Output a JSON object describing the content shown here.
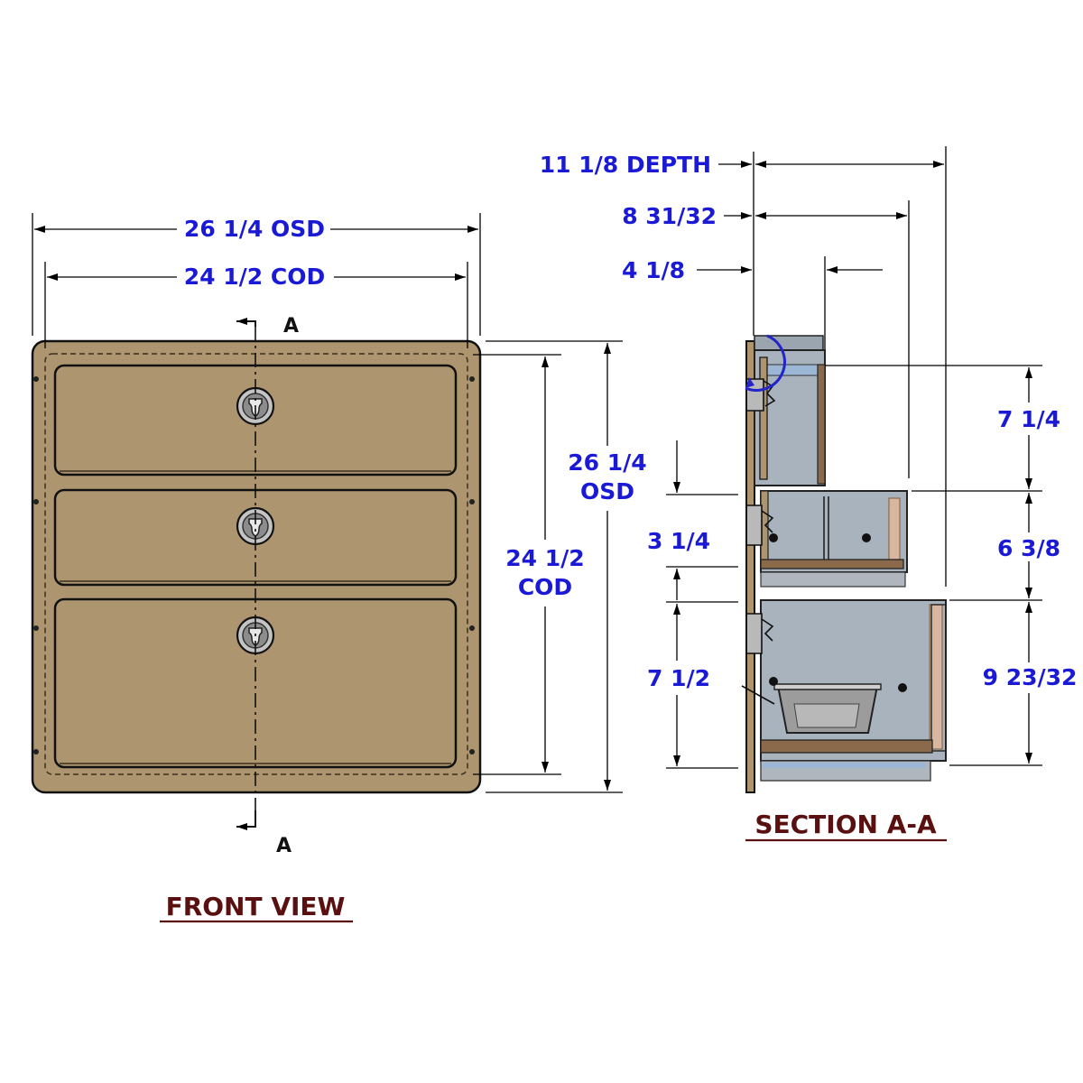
{
  "views": {
    "front_label": "FRONT VIEW",
    "section_label": "SECTION A-A",
    "section_marker": "A"
  },
  "front_dims": {
    "osd_width": "26 1/4 OSD",
    "cod_width": "24 1/2 COD",
    "osd_height_value": "26 1/4",
    "osd_height_unit": "OSD",
    "cod_height_value": "24 1/2",
    "cod_height_unit": "COD"
  },
  "section_dims": {
    "depth": "11 1/8 DEPTH",
    "depth_mid": "8 31/32",
    "depth_front": "4 1/8",
    "drawer1_height": "7 1/4",
    "drawer2_height": "6 3/8",
    "drawer3_height": "9 23/32",
    "gap_left": "3 1/4",
    "drawer3_left": "7 1/2"
  },
  "colors": {
    "panel": "#ad9570",
    "dimension_text": "#1a1ad6",
    "label_text": "#5a1010",
    "drawer_box": "#a9b3bd",
    "drawer_box_edge": "#8a6a4a",
    "inner_liner": "#d9b6a0"
  }
}
